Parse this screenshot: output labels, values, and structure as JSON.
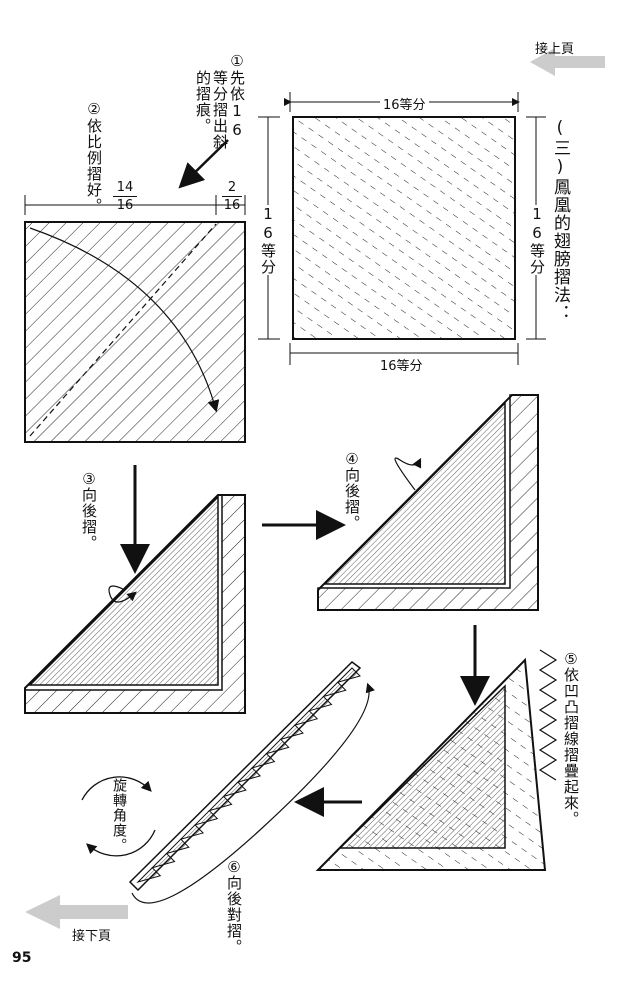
{
  "nav": {
    "prev": "接上頁",
    "next": "接下頁"
  },
  "section_title": "(三)鳳凰的翅膀摺法：",
  "dimensions": {
    "top": "16等分",
    "bottom": "16等分",
    "right": "16等分",
    "left": "16等分"
  },
  "fractions": {
    "big": {
      "num": "14",
      "den": "16"
    },
    "small": {
      "num": "2",
      "den": "16"
    }
  },
  "steps": {
    "s1_num": "①",
    "s1_text": "先依16等分摺出斜的摺痕。",
    "s2_num": "②",
    "s2_text": "依比例摺好。",
    "s3_num": "③",
    "s3_text": "向後摺。",
    "s4_num": "④",
    "s4_text": "向後摺。",
    "s5_num": "⑤",
    "s5_text": "依凹凸摺線摺疊起來。",
    "s6_num": "⑥",
    "s6_text": "向後對摺。"
  },
  "rotate_label": "旋轉角度。",
  "page_number": "95"
}
